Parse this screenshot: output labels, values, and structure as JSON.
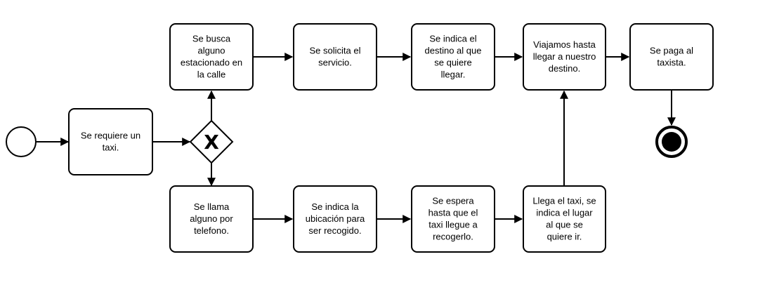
{
  "diagram": {
    "start_event": {
      "type": "start"
    },
    "end_event": {
      "type": "end"
    },
    "gateway": {
      "type": "exclusive",
      "symbol": "X"
    },
    "tasks": [
      {
        "id": "requiere",
        "lines": [
          "Se requiere un",
          "taxi."
        ]
      },
      {
        "id": "busca",
        "lines": [
          "Se busca",
          "alguno",
          "estacionado en",
          "la calle"
        ]
      },
      {
        "id": "solicita",
        "lines": [
          "Se solicita el",
          "servicio."
        ]
      },
      {
        "id": "destino",
        "lines": [
          "Se indica el",
          "destino al que",
          "se quiere",
          "llegar."
        ]
      },
      {
        "id": "viajamos",
        "lines": [
          "Viajamos hasta",
          "llegar a nuestro",
          "destino."
        ]
      },
      {
        "id": "paga",
        "lines": [
          "Se paga al",
          "taxista."
        ]
      },
      {
        "id": "llama",
        "lines": [
          "Se llama",
          "alguno por",
          "telefono."
        ]
      },
      {
        "id": "ubicacion",
        "lines": [
          "Se indica la",
          "ubicación para",
          "ser recogido."
        ]
      },
      {
        "id": "espera",
        "lines": [
          "Se espera",
          "hasta que el",
          "taxi llegue a",
          "recogerlo."
        ]
      },
      {
        "id": "llega",
        "lines": [
          "Llega el taxi, se",
          "indica el lugar",
          "al que se",
          "quiere ir."
        ]
      }
    ],
    "flows": [
      [
        "start",
        "requiere"
      ],
      [
        "requiere",
        "gateway"
      ],
      [
        "gateway",
        "busca"
      ],
      [
        "gateway",
        "llama"
      ],
      [
        "busca",
        "solicita"
      ],
      [
        "solicita",
        "destino"
      ],
      [
        "destino",
        "viajamos"
      ],
      [
        "viajamos",
        "paga"
      ],
      [
        "paga",
        "end"
      ],
      [
        "llama",
        "ubicacion"
      ],
      [
        "ubicacion",
        "espera"
      ],
      [
        "espera",
        "llega"
      ],
      [
        "llega",
        "viajamos"
      ]
    ]
  }
}
